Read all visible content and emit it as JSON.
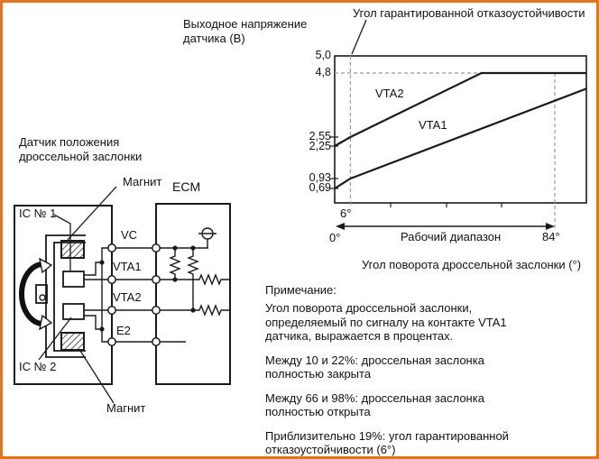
{
  "page": {
    "border_color": "#e8731d",
    "background": "#ffffff"
  },
  "sensor_diagram": {
    "title": "Датчик положения дроссельной заслонки",
    "magnet_top_label": "Магнит",
    "magnet_bottom_label": "Магнит",
    "ic1_label": "IC № 1",
    "ic2_label": "IC № 2",
    "ecm_label": "ECM",
    "terminals": [
      "VC",
      "VTA1",
      "VTA2",
      "E2"
    ]
  },
  "chart_data": {
    "type": "line",
    "ylabel": "Выходное напряжение датчика (В)",
    "xlabel": "Угол поворота дроссельной заслонки (°)",
    "annotations": {
      "failsafe": "Угол гарантированной отказоустойчивости",
      "working_range": "Рабочий диапазон"
    },
    "y_ticks": [
      "5,0",
      "4,8",
      "2,55",
      "2,25",
      "0,93",
      "0,69"
    ],
    "y_tick_values": [
      5.0,
      4.8,
      2.55,
      2.25,
      0.93,
      0.69
    ],
    "x_labels": {
      "origin": "0°",
      "failsafe": "6°",
      "max": "84°"
    },
    "x_axis": {
      "min_deg": 0,
      "max_deg": 96,
      "working_range_deg": [
        0,
        84
      ],
      "failsafe_deg": 6
    },
    "series": [
      {
        "name": "VTA2",
        "points": [
          [
            0,
            2.25
          ],
          [
            6,
            2.55
          ],
          [
            56,
            4.8
          ],
          [
            96,
            4.8
          ]
        ]
      },
      {
        "name": "VTA1",
        "points": [
          [
            0,
            0.69
          ],
          [
            6,
            0.93
          ],
          [
            96,
            4.25
          ]
        ]
      }
    ],
    "guides": {
      "clamp_voltage": 4.8,
      "failsafe_deg": 6,
      "max_deg": 84
    }
  },
  "notes": {
    "heading": "Примечание:",
    "paragraphs": [
      "Угол поворота дроссельной заслонки, определяемый по сигналу на контакте VTA1 датчика, выражается в процентах.",
      "Между 10 и 22%: дроссельная заслонка полностью закрыта",
      "Между 66 и 98%: дроссельная заслонка полностью открыта",
      "Приблизительно 19%: угол гарантированной отказоустойчивости (6°)"
    ]
  }
}
